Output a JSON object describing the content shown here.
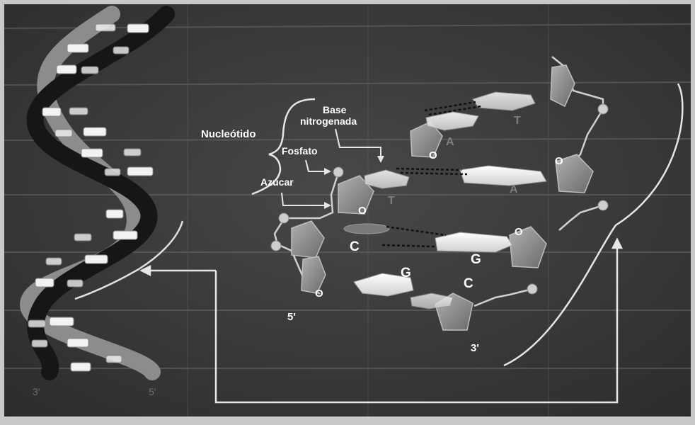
{
  "labels": {
    "nucleotide": "Nucleótido",
    "base_line1": "Base",
    "base_line2": "nitrogenada",
    "phosphate": "Fosfato",
    "sugar": "Azúcar"
  },
  "bases": {
    "c_left": "C",
    "g_mid": "G",
    "g_bottom": "G",
    "c_bottom": "C",
    "t_top": "T",
    "a_top": "A",
    "a_mid": "A",
    "t_mid": "T"
  },
  "ring_oxygen": "O",
  "strand_ends": {
    "five_prime": "5'",
    "three_prime": "3'",
    "helix_three_prime": "3'",
    "helix_five_prime": "5'"
  },
  "colors": {
    "background": "#3a3a3a",
    "frame": "#c9c9c9",
    "label": "#ffffff",
    "sugar": "#8a8a8a",
    "base": "#e8e8e8",
    "helix_light": "#8c8c8c",
    "helix_dark": "#1a1a1a"
  }
}
